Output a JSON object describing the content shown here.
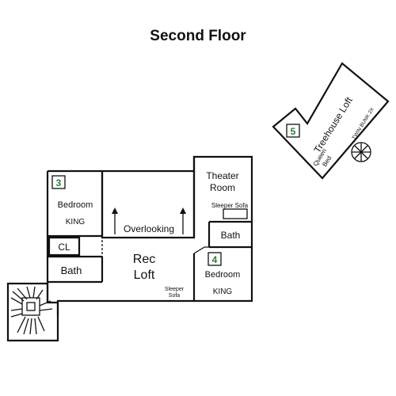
{
  "title": "Second Floor",
  "colors": {
    "wall": "#111111",
    "badge_number": "#2e7d32",
    "background": "#ffffff"
  },
  "rooms": {
    "bedroom3": {
      "badge": "3",
      "name": "Bedroom",
      "bed": "KING"
    },
    "closet": {
      "name": "CL"
    },
    "bath_left": {
      "name": "Bath"
    },
    "overlooking": {
      "name": "Overlooking"
    },
    "theater": {
      "name_line1": "Theater",
      "name_line2": "Room",
      "sofa": "Sleeper Sofa"
    },
    "bath_right": {
      "name": "Bath"
    },
    "rec_loft": {
      "name_line1": "Rec",
      "name_line2": "Loft",
      "sofa_line1": "Sleeper",
      "sofa_line2": "Sofa"
    },
    "bedroom4": {
      "badge": "4",
      "name": "Bedroom",
      "bed": "KING"
    },
    "treehouse": {
      "badge": "5",
      "name": "Treehouse Loft",
      "bed_line1": "Queen",
      "bed_line2": "Bed",
      "bunk": "TWIN BUNK 2X"
    }
  },
  "icons": {
    "arrow_left": "up-arrow-icon",
    "arrow_right": "up-arrow-icon",
    "stair_main": "spiral-stair-icon",
    "stair_treehouse": "spiral-stair-icon"
  }
}
